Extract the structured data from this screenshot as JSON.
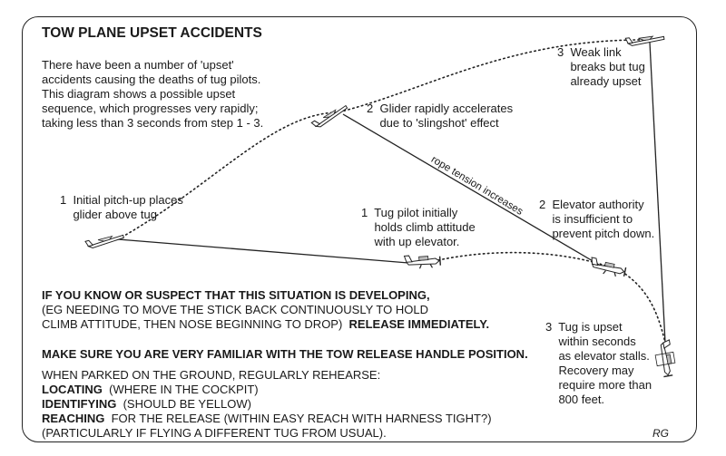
{
  "title": "TOW PLANE UPSET ACCIDENTS",
  "intro": "There have been a number of 'upset'\naccidents causing the deaths of tug pilots.\nThis diagram shows a possible upset\nsequence, which progresses very rapidly;\ntaking less than 3 seconds from step 1 - 3.",
  "labels": {
    "glider_1": "1  Initial pitch-up places\n    glider above tug",
    "glider_2": "2  Glider rapidly accelerates\n    due to 'slingshot' effect",
    "glider_3": "3  Weak link\n    breaks but tug\n    already upset",
    "tug_1": "1  Tug pilot initially\n    holds climb attitude\n    with up elevator.",
    "tug_2": "2  Elevator authority\n    is insufficient to\n    prevent pitch down.",
    "tug_3": "3  Tug is upset\n    within seconds\n    as elevator stalls.\n    Recovery may\n    require more than\n    800 feet.",
    "rope": "rope tension increases"
  },
  "warning": {
    "headline": "IF YOU KNOW OR SUSPECT THAT THIS SITUATION IS DEVELOPING,",
    "line2": "(EG NEEDING TO MOVE THE STICK BACK CONTINUOUSLY TO HOLD",
    "line3_prefix": "CLIMB ATTITUDE, THEN NOSE BEGINNING TO DROP)",
    "line3_action": "RELEASE IMMEDIATELY."
  },
  "familiar": {
    "headline": "MAKE SURE YOU ARE VERY FAMILIAR WITH THE TOW RELEASE HANDLE POSITION.",
    "intro": "WHEN PARKED ON THE GROUND, REGULARLY REHEARSE:",
    "items": [
      {
        "key": "LOCATING",
        "text": "(WHERE IN THE COCKPIT)"
      },
      {
        "key": "IDENTIFYING",
        "text": "(SHOULD BE YELLOW)"
      },
      {
        "key": "REACHING",
        "text": "FOR THE RELEASE  (WITHIN EASY REACH WITH HARNESS TIGHT?)"
      }
    ],
    "note": "(PARTICULARLY IF FLYING A DIFFERENT TUG FROM USUAL)."
  },
  "signature": "RG",
  "colors": {
    "ink": "#1a1a1a",
    "background": "#ffffff"
  }
}
